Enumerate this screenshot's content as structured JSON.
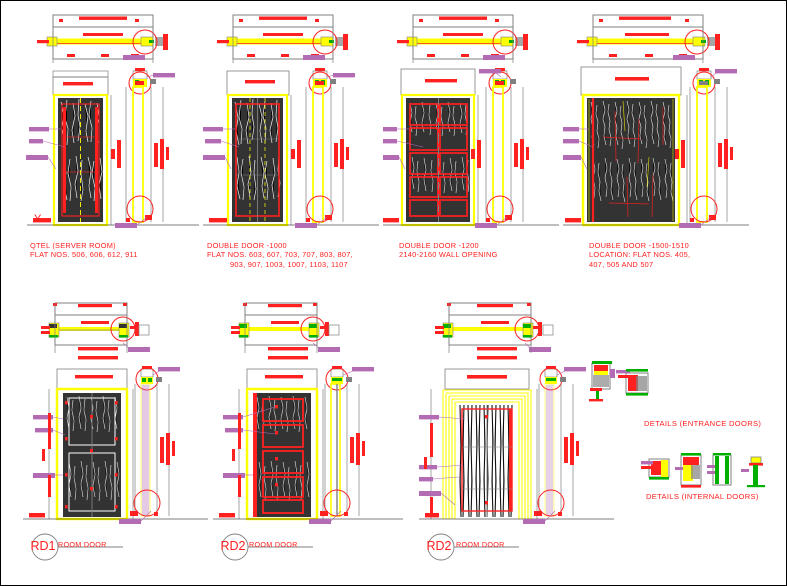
{
  "sheet": {
    "title": "Door Details Drawing Sheet",
    "background": "#ffffff",
    "border_color": "#000000",
    "colors": {
      "red": "#ff2020",
      "yellow": "#ffff00",
      "magenta": "#b36bb3",
      "grey": "#808080",
      "green": "#00b000",
      "panel_dark": "#333333",
      "white": "#ffffff"
    }
  },
  "top_row": [
    {
      "id": "door-qtel",
      "label_lines": [
        "QTEL (SERVER ROOM)",
        "FLAT NOS. 506, 606, 612, 911"
      ],
      "panel_style": "hatched-inner-red-border",
      "leaf_count": 1,
      "width_mm": ""
    },
    {
      "id": "door-double-1000",
      "label_lines": [
        "DOUBLE DOOR -1000",
        "FLAT NOS. 603, 607, 703, 707, 803, 807,",
        "          903, 907, 1003, 1007, 1103, 1107"
      ],
      "panel_style": "hatched-inner-red-border",
      "leaf_count": 2,
      "width_mm": "1000"
    },
    {
      "id": "door-double-1200",
      "label_lines": [
        "DOUBLE DOOR -1200",
        "2140-2160 WALL OPENING"
      ],
      "panel_style": "grid-2x5-red",
      "leaf_count": 2,
      "width_mm": "1200"
    },
    {
      "id": "door-double-1500",
      "label_lines": [
        "DOUBLE DOOR -1500-1510",
        "LOCATION: FLAT NOS. 405,",
        "407, 505 AND 507"
      ],
      "panel_style": "dense-hatch-wide",
      "leaf_count": 2,
      "width_mm": "1500-1510"
    }
  ],
  "bottom_row": [
    {
      "id": "room-door-rd1",
      "tag": "RD1",
      "tag_label": "ROOM DOOR",
      "panel_style": "two-white-panels"
    },
    {
      "id": "room-door-rd2-a",
      "tag": "RD2",
      "tag_label": "ROOM DOOR",
      "panel_style": "five-red-panels"
    },
    {
      "id": "room-door-rd2-b",
      "tag": "RD2",
      "tag_label": "ROOM DOOR",
      "panel_style": "mitred-frame-vertical-grain"
    }
  ],
  "details": {
    "entrance_caption": "DETAILS (ENTRANCE DOORS)",
    "internal_caption": "DETAILS (INTERNAL DOORS)",
    "entrance_item_count": 2,
    "internal_item_count": 4
  }
}
